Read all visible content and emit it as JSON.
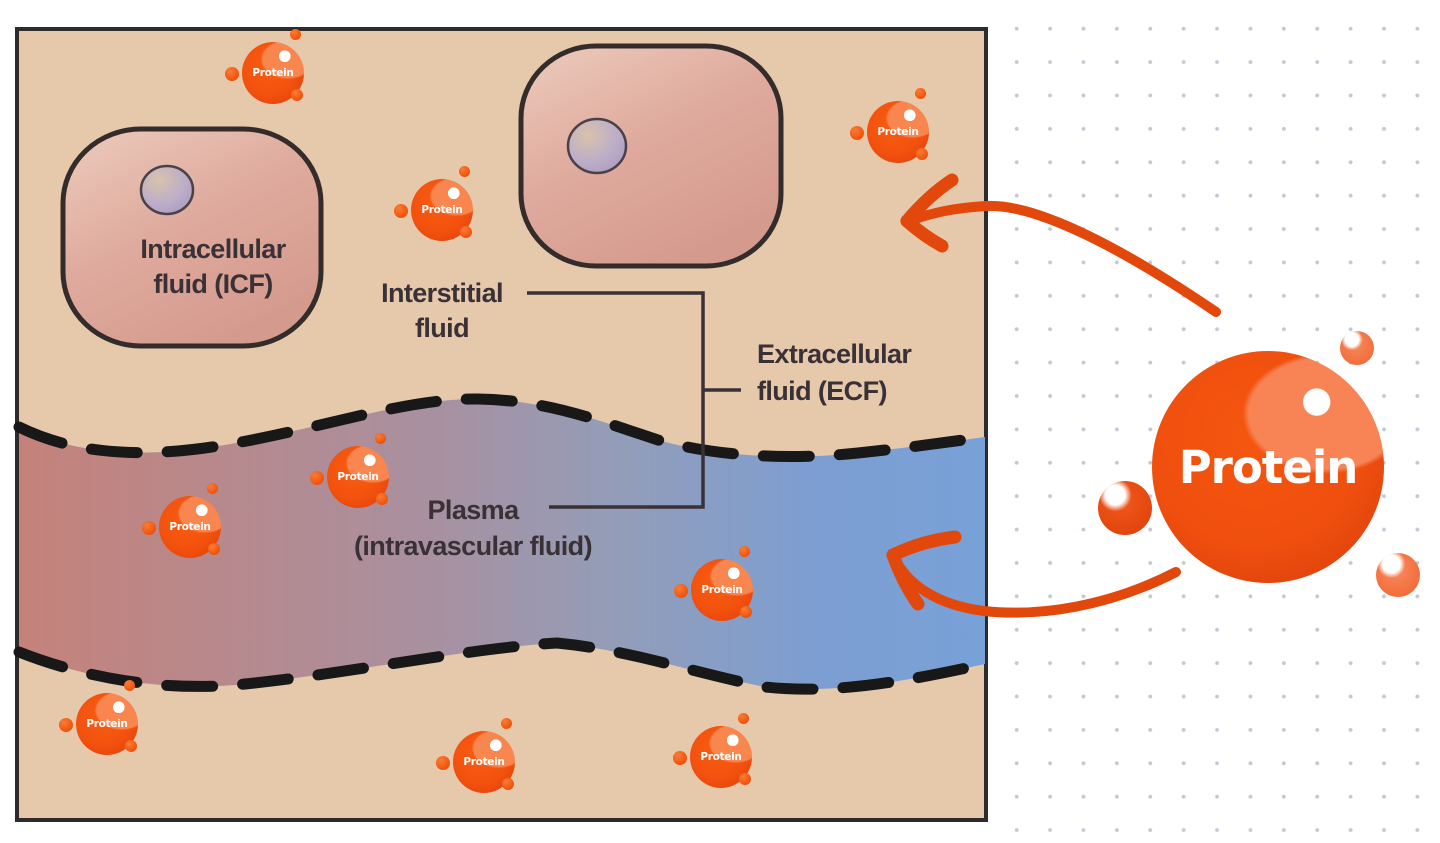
{
  "figure": {
    "type": "body-fluid-compartments-diagram",
    "regions": {
      "intracellular": {
        "line1": "Intracellular",
        "line2": "fluid (ICF)"
      },
      "interstitial": {
        "line1": "Interstitial",
        "line2": "fluid"
      },
      "extracellular": {
        "line1": "Extracellular",
        "line2": "fluid (ECF)"
      },
      "plasma": {
        "line1": "Plasma",
        "line2": "(intravascular fluid)"
      }
    },
    "protein": {
      "particle_label": "Protein",
      "large_label": "Protein",
      "particle_count": 9
    },
    "colors": {
      "background_tan": "#e6c8ab",
      "canvas_white": "#ffffff",
      "protein_orange": "#f1500e",
      "arrow_orange": "#e2470c",
      "plasma_red_side": "#c5827a",
      "plasma_blue_side": "#7aa0d6",
      "membrane_dash": "#181818",
      "label_text": "#3a3136",
      "cell_fill": "#dca79b",
      "nucleus_fill": "#b5a6c4",
      "grid_dot": "#c6c6d6"
    }
  }
}
